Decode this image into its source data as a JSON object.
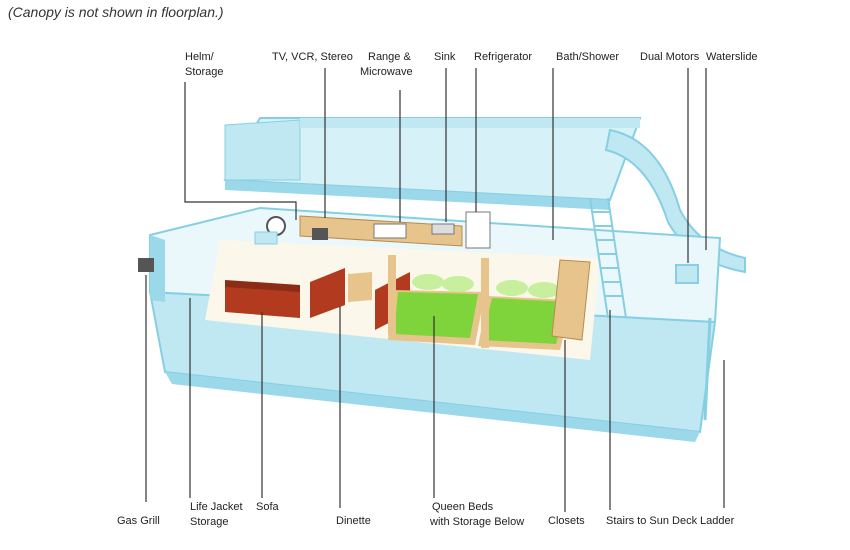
{
  "note": "(Canopy is not shown in floorplan.)",
  "colors": {
    "hull": "#bfe8f3",
    "hull_edge": "#86cfe3",
    "hull_dark": "#9ad8ea",
    "floor": "#fbf7ea",
    "wood": "#e7c48b",
    "sofa": "#b13a1f",
    "bed": "#7ed43a",
    "pillow": "#c7ef9e",
    "line": "#333333"
  },
  "labels": {
    "helm": [
      "Helm/",
      "Storage"
    ],
    "tv": [
      "TV, VCR, Stereo"
    ],
    "range": [
      "Range &",
      "Microwave"
    ],
    "sink": [
      "Sink"
    ],
    "fridge": [
      "Refrigerator"
    ],
    "bath": [
      "Bath/Shower"
    ],
    "motors": [
      "Dual Motors"
    ],
    "slide": [
      "Waterslide"
    ],
    "grill": [
      "Gas Grill"
    ],
    "lifejacket": [
      "Life Jacket",
      "Storage"
    ],
    "sofa": [
      "Sofa"
    ],
    "dinette": [
      "Dinette"
    ],
    "beds": [
      "Queen Beds",
      "with Storage Below"
    ],
    "closets": [
      "Closets"
    ],
    "stairs": [
      "Stairs to Sun Deck"
    ],
    "ladder": [
      "Ladder"
    ]
  }
}
